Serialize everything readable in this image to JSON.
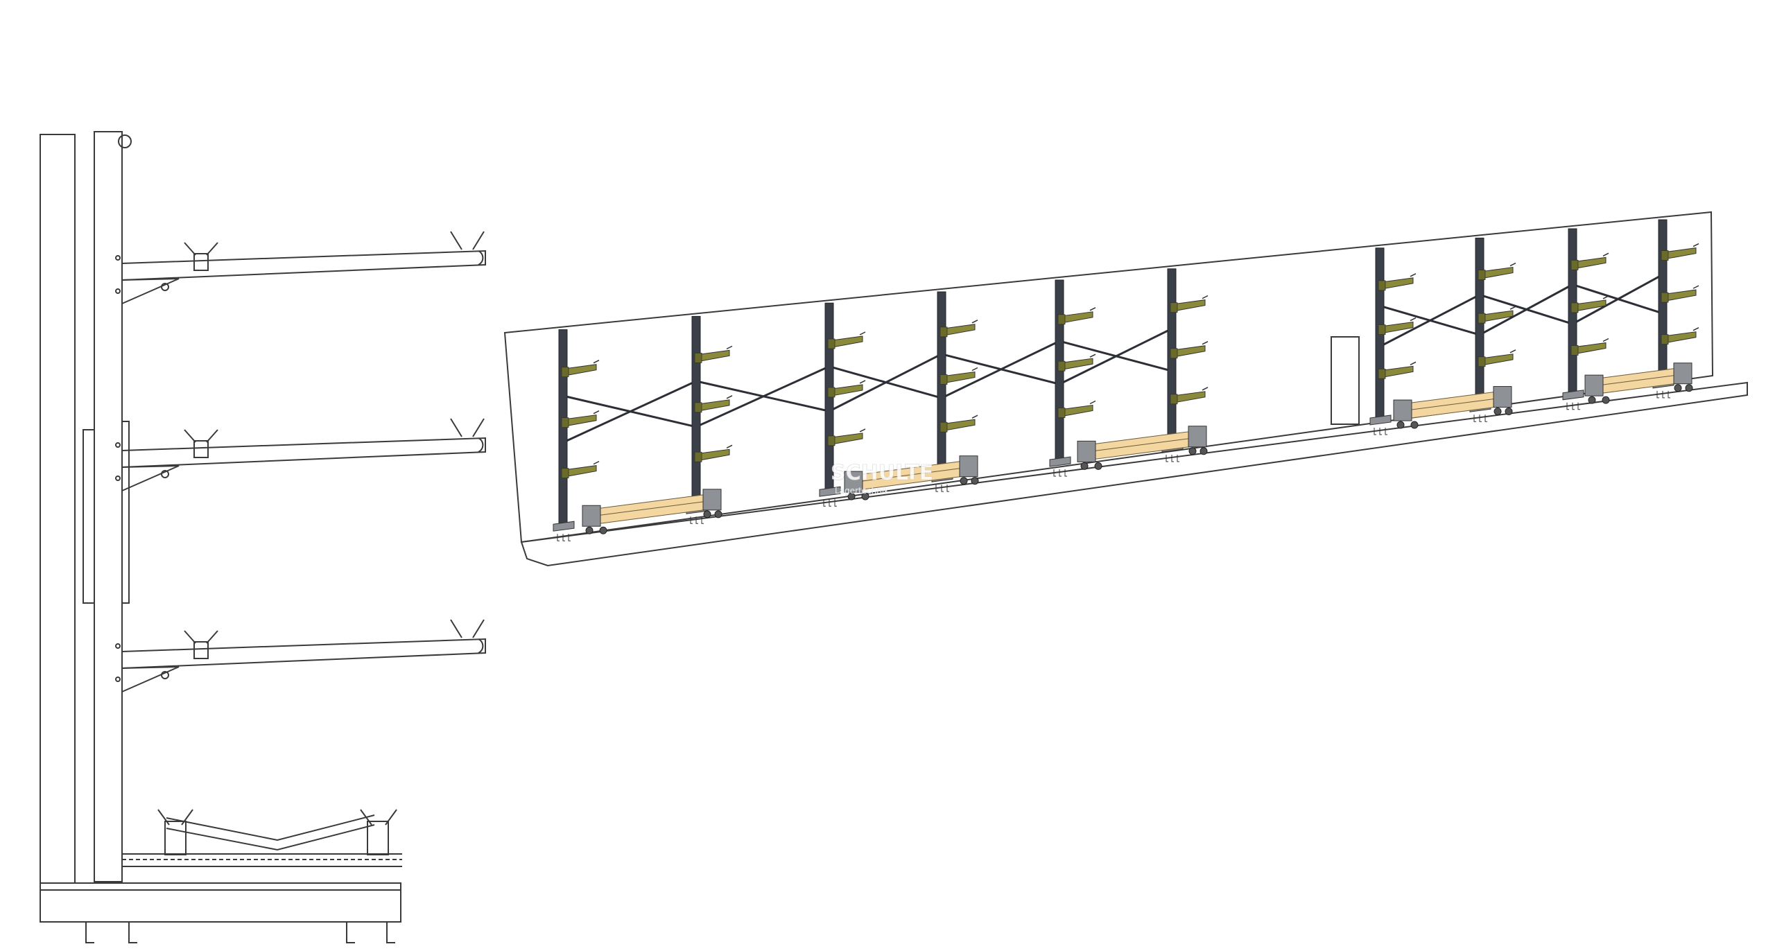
{
  "watermark": {
    "brand": "SCHULTE",
    "tagline": "Lagertechnik"
  },
  "colors": {
    "line": "#3a3a3a",
    "column": "#3b3f48",
    "arm": "#8a8a3a",
    "wood": "#f3d6a0",
    "trolley": "#8e9196",
    "ground": "#ffffff"
  },
  "left_view": {
    "type": "cantilever-rack-side-elevation",
    "arm_count": 3,
    "has_base_trolley": true
  },
  "right_view": {
    "type": "cantilever-rack-isometric",
    "rack_groups": 2,
    "columns_group_1": 6,
    "columns_group_2": 4,
    "arms_per_column": 3,
    "trolleys": 5
  }
}
